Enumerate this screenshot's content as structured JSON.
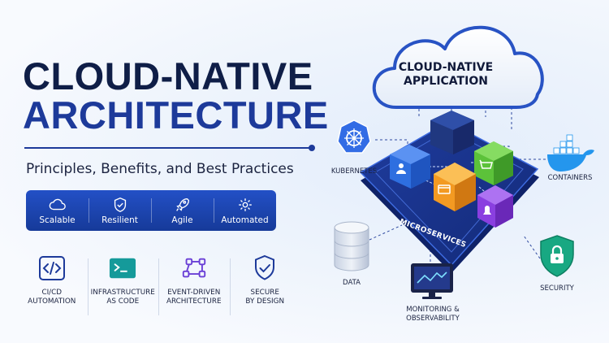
{
  "title": {
    "line1": "CLOUD-NATIVE",
    "line2": "ARCHITECTURE",
    "subtitle": "Principles, Benefits, and Best Practices"
  },
  "benefits": [
    {
      "label": "Scalable",
      "icon": "cloud-icon"
    },
    {
      "label": "Resilient",
      "icon": "shield-check-icon"
    },
    {
      "label": "Agile",
      "icon": "rocket-icon"
    },
    {
      "label": "Automated",
      "icon": "gear-icon"
    }
  ],
  "features": [
    {
      "line1": "CI/CD",
      "line2": "AUTOMATION",
      "icon": "code-icon"
    },
    {
      "line1": "INFRASTRUCTURE",
      "line2": "AS CODE",
      "icon": "terminal-icon"
    },
    {
      "line1": "EVENT-DRIVEN",
      "line2": "ARCHITECTURE",
      "icon": "nodes-icon"
    },
    {
      "line1": "SECURE",
      "line2": "BY DESIGN",
      "icon": "shield-check-icon"
    }
  ],
  "diagram": {
    "cloud_label_line1": "CLOUD-NATIVE",
    "cloud_label_line2": "APPLICATION",
    "platform_label": "MICROSERVICES",
    "kubernetes": "KUBERNETES",
    "containers": "CONTAINERS",
    "data": "DATA",
    "monitoring_line1": "MONITORING &",
    "monitoring_line2": "OBSERVABILITY",
    "security": "SECURITY"
  },
  "colors": {
    "navy": "#0f1e47",
    "brand_blue": "#1d3a9a",
    "kubernetes_blue": "#326ce5",
    "docker_blue": "#2496ed",
    "security_teal": "#18a882",
    "cube_blue": "#2e6fe0",
    "cube_green": "#5cc23a",
    "cube_orange": "#f39a22",
    "cube_purple": "#8a3fe0"
  }
}
